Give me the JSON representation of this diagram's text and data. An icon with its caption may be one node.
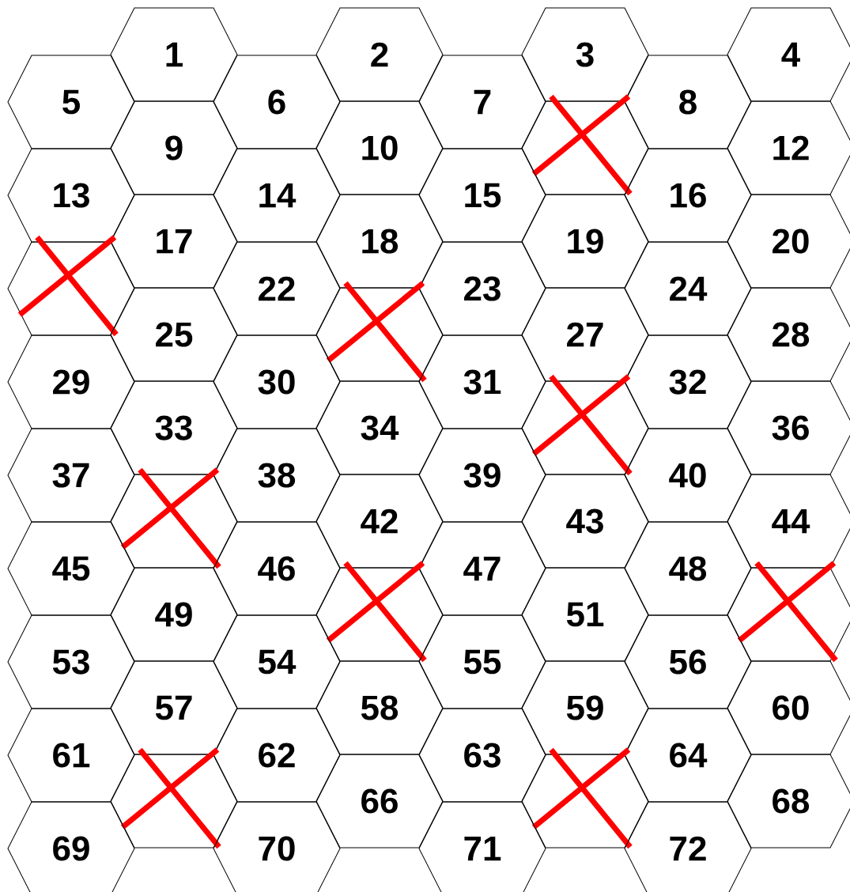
{
  "diagram": {
    "nodes": [
      {
        "text": [
          "1"
        ]
      },
      {
        "text": [
          "2"
        ]
      },
      {
        "text": [
          "3"
        ]
      },
      {
        "text": [
          "4"
        ]
      },
      {
        "text": [
          "5"
        ]
      },
      {
        "text": [
          "6"
        ]
      },
      {
        "text": [
          "7"
        ]
      },
      {
        "text": [
          "8"
        ]
      },
      {
        "text": [
          "9"
        ]
      },
      {
        "text": [
          "10"
        ]
      },
      {
        "text": [],
        "shape": "hexagon"
      },
      {
        "text": [
          "12"
        ]
      },
      {
        "text": [
          "13"
        ]
      },
      {
        "text": [
          "14"
        ]
      },
      {
        "text": [
          "15"
        ]
      },
      {
        "text": [
          "16"
        ]
      },
      {
        "text": [
          "17"
        ]
      },
      {
        "text": [
          "18"
        ]
      },
      {
        "text": [
          "19"
        ]
      },
      {
        "text": [
          "20"
        ]
      },
      {
        "text": [],
        "shape": "hexagon"
      },
      {
        "text": [
          "22"
        ]
      },
      {
        "text": [
          "23"
        ]
      },
      {
        "text": [
          "24"
        ]
      },
      {
        "text": [
          "25"
        ]
      },
      {
        "text": [],
        "shape": "hexagon"
      },
      {
        "text": [
          "27"
        ]
      },
      {
        "text": [
          "28"
        ]
      },
      {
        "text": [
          "29"
        ]
      },
      {
        "text": [
          "30"
        ]
      },
      {
        "text": [
          "31"
        ]
      },
      {
        "text": [
          "32"
        ]
      },
      {
        "text": [
          "33"
        ]
      },
      {
        "text": [
          "34"
        ]
      },
      {
        "text": [],
        "shape": "hexagon"
      },
      {
        "text": [
          "36"
        ]
      },
      {
        "text": [
          "37"
        ]
      },
      {
        "text": [
          "38"
        ]
      },
      {
        "text": [
          "39"
        ]
      },
      {
        "text": [
          "40"
        ]
      },
      {
        "text": [],
        "shape": "hexagon"
      },
      {
        "text": [
          "42"
        ]
      },
      {
        "text": [
          "43"
        ]
      },
      {
        "text": [
          "44"
        ]
      },
      {
        "text": [
          "45"
        ]
      },
      {
        "text": [
          "46"
        ]
      },
      {
        "text": [
          "47"
        ]
      },
      {
        "text": [
          "48"
        ]
      },
      {
        "text": [
          "49"
        ]
      },
      {
        "text": [],
        "shape": "hexagon"
      },
      {
        "text": [
          "51"
        ]
      },
      {
        "text": [],
        "shape": "hexagon"
      },
      {
        "text": [
          "53"
        ]
      },
      {
        "text": [
          "54"
        ]
      },
      {
        "text": [
          "55"
        ]
      },
      {
        "text": [
          "56"
        ]
      },
      {
        "text": [
          "57"
        ]
      },
      {
        "text": [
          "58"
        ]
      },
      {
        "text": [
          "59"
        ]
      },
      {
        "text": [
          "60"
        ]
      },
      {
        "text": [
          "61"
        ]
      },
      {
        "text": [
          "62"
        ]
      },
      {
        "text": [
          "63"
        ]
      },
      {
        "text": [
          "64"
        ]
      },
      {
        "text": [],
        "shape": "hexagon"
      },
      {
        "text": [
          "66"
        ]
      },
      {
        "text": [],
        "shape": "hexagon"
      },
      {
        "text": [
          "68"
        ]
      },
      {
        "text": [
          "69"
        ]
      },
      {
        "text": [
          "70"
        ]
      },
      {
        "text": [
          "71"
        ]
      },
      {
        "text": [
          "72"
        ]
      }
    ]
  }
}
